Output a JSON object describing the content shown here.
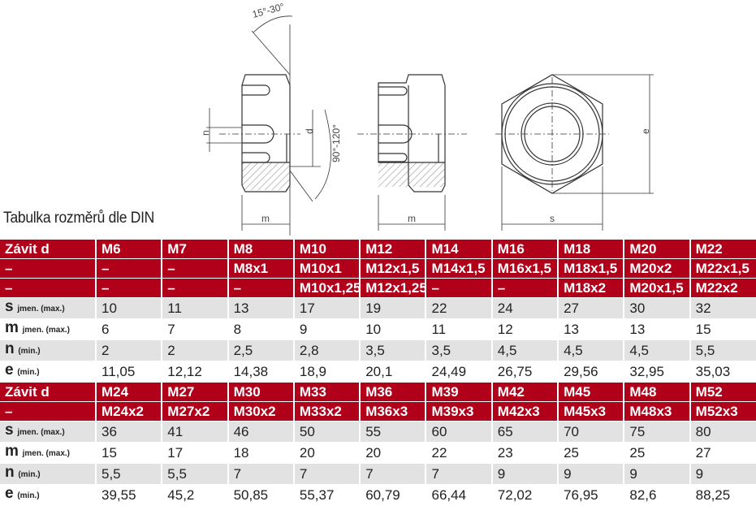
{
  "title": "Tabulka rozměrů dle DIN",
  "drawing": {
    "angle_top": "15°-30°",
    "angle_side": "90°-120°",
    "dim_n": "n",
    "dim_d": "d",
    "dim_m": "m",
    "dim_s": "s",
    "dim_e": "e"
  },
  "table1": {
    "header_rows": [
      [
        "Závit d",
        "M6",
        "M7",
        "M8",
        "M10",
        "M12",
        "M14",
        "M16",
        "M18",
        "M20",
        "M22"
      ],
      [
        "–",
        "–",
        "–",
        "M8x1",
        "M10x1",
        "M12x1,5",
        "M14x1,5",
        "M16x1,5",
        "M18x1,5",
        "M20x2",
        "M22x1,5"
      ],
      [
        "–",
        "–",
        "–",
        "–",
        "M10x1,25",
        "M12x1,25",
        "–",
        "–",
        "M18x2",
        "M20x1,5",
        "M22x2"
      ]
    ],
    "data_rows": [
      {
        "sym": "s",
        "sub": "jmen. (max.)",
        "values": [
          "10",
          "11",
          "13",
          "17",
          "19",
          "22",
          "24",
          "27",
          "30",
          "32"
        ]
      },
      {
        "sym": "m",
        "sub": "jmen. (max.)",
        "values": [
          "6",
          "7",
          "8",
          "9",
          "10",
          "11",
          "12",
          "13",
          "13",
          "15"
        ]
      },
      {
        "sym": "n",
        "sub": "(min.)",
        "values": [
          "2",
          "2",
          "2,5",
          "2,8",
          "3,5",
          "3,5",
          "4,5",
          "4,5",
          "4,5",
          "5,5"
        ]
      },
      {
        "sym": "e",
        "sub": "(min.)",
        "values": [
          "11,05",
          "12,12",
          "14,38",
          "18,9",
          "20,1",
          "24,49",
          "26,75",
          "29,56",
          "32,95",
          "35,03"
        ]
      }
    ]
  },
  "table2": {
    "header_rows": [
      [
        "Závit d",
        "M24",
        "M27",
        "M30",
        "M33",
        "M36",
        "M39",
        "M42",
        "M45",
        "M48",
        "M52"
      ],
      [
        "–",
        "M24x2",
        "M27x2",
        "M30x2",
        "M33x2",
        "M36x3",
        "M39x3",
        "M42x3",
        "M45x3",
        "M48x3",
        "M52x3"
      ]
    ],
    "data_rows": [
      {
        "sym": "s",
        "sub": "jmen. (max.)",
        "values": [
          "36",
          "41",
          "46",
          "50",
          "55",
          "60",
          "65",
          "70",
          "75",
          "80"
        ]
      },
      {
        "sym": "m",
        "sub": "jmen. (max.)",
        "values": [
          "15",
          "17",
          "18",
          "20",
          "20",
          "22",
          "23",
          "25",
          "25",
          "27"
        ]
      },
      {
        "sym": "n",
        "sub": "(min.)",
        "values": [
          "5,5",
          "5,5",
          "7",
          "7",
          "7",
          "7",
          "9",
          "9",
          "9",
          "9"
        ]
      },
      {
        "sym": "e",
        "sub": "(min.)",
        "values": [
          "39,55",
          "45,2",
          "50,85",
          "55,37",
          "60,79",
          "66,44",
          "72,02",
          "76,95",
          "82,6",
          "88,25"
        ]
      }
    ]
  }
}
